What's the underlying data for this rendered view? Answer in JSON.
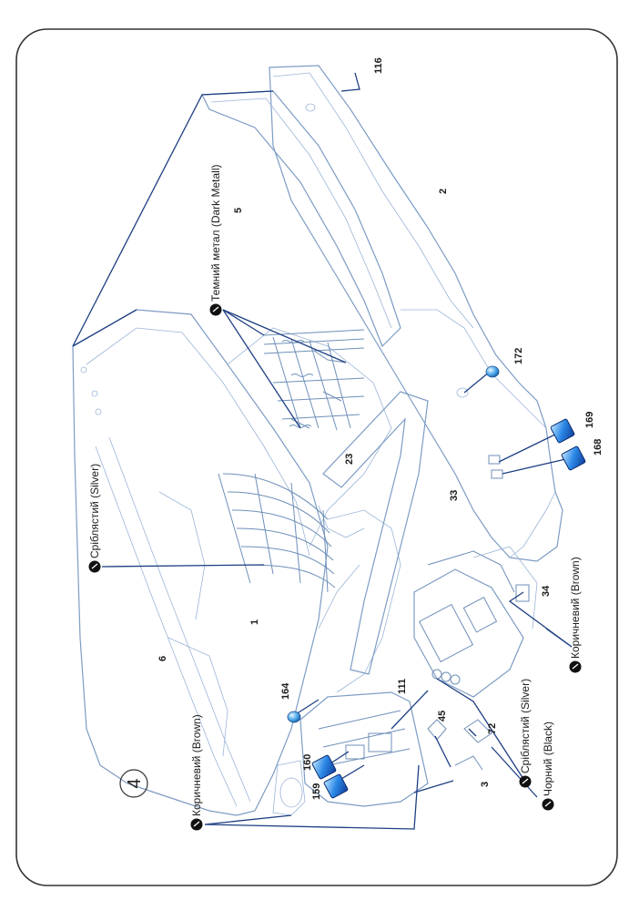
{
  "step": {
    "number": "4"
  },
  "parts": {
    "p1": "1",
    "p2": "2",
    "p3": "3",
    "p5": "5",
    "p6": "6",
    "p23": "23",
    "p33": "33",
    "p34": "34",
    "p45": "45",
    "p72": "72",
    "p111": "111",
    "p116": "116",
    "p159": "159",
    "p160": "160",
    "p164": "164",
    "p168": "168",
    "p169": "169",
    "p172": "172"
  },
  "paint_callouts": {
    "dark_metal": "Темний метал (Dark Metall)",
    "silver_top": "Сріблястий (Silver)",
    "brown_right": "Коричневий (Brown)",
    "silver_bottom": "Сріблястий (Silver)",
    "black": "Чорний (Black)",
    "brown_left": "Коричневий (Brown)"
  },
  "colors": {
    "hull_line": "#7d9cc4",
    "leader_line": "#1d3f82",
    "decal_blue": "#1f6fd6",
    "frame": "#333333"
  }
}
